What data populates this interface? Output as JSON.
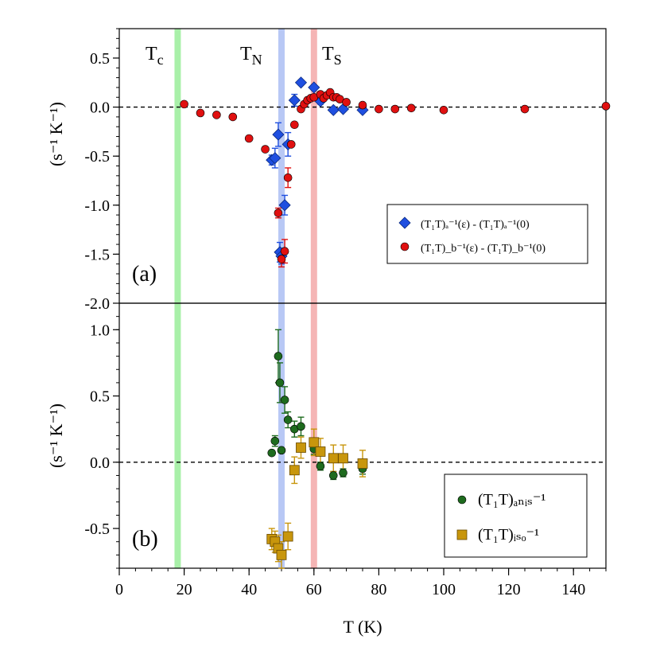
{
  "chart_data": [
    {
      "type": "scatter",
      "panel_label": "(a)",
      "xlabel": "T (K)",
      "ylabel": "(s⁻¹ K⁻¹)",
      "xlim": [
        0,
        150
      ],
      "ylim": [
        -2.0,
        0.8
      ],
      "yticks": [
        0.5,
        0.0,
        -0.5,
        -1.0,
        -1.5,
        -2.0
      ],
      "ytick_labels": [
        "0.5",
        "0.0",
        "-0.5",
        "-1.0",
        "-1.5",
        "-2.0"
      ],
      "reference_line_y": 0,
      "legend_position": "lower-right",
      "series": [
        {
          "name": "(T₁T)ₐ⁻¹(ε) - (T₁T)ₐ⁻¹(0)",
          "marker": "diamond",
          "color": "#1f4fe0",
          "points": [
            {
              "x": 47,
              "y": -0.54,
              "err": 0.05
            },
            {
              "x": 48,
              "y": -0.52,
              "err": 0.1
            },
            {
              "x": 49,
              "y": -0.28,
              "err": 0.12
            },
            {
              "x": 49.5,
              "y": -1.48,
              "err": 0.1
            },
            {
              "x": 50,
              "y": -1.52,
              "err": 0.08
            },
            {
              "x": 51,
              "y": -1.0,
              "err": 0.1
            },
            {
              "x": 52,
              "y": -0.38,
              "err": 0.12
            },
            {
              "x": 54,
              "y": 0.07,
              "err": 0.06
            },
            {
              "x": 56,
              "y": 0.25,
              "err": 0.02
            },
            {
              "x": 60,
              "y": 0.2,
              "err": 0.02
            },
            {
              "x": 62,
              "y": 0.06,
              "err": 0.03
            },
            {
              "x": 66,
              "y": -0.03,
              "err": 0.02
            },
            {
              "x": 69,
              "y": -0.02,
              "err": 0.02
            },
            {
              "x": 75,
              "y": -0.03,
              "err": 0.02
            }
          ]
        },
        {
          "name": "(T₁T)_b⁻¹(ε) - (T₁T)_b⁻¹(0)",
          "marker": "circle",
          "color": "#e01010",
          "points": [
            {
              "x": 20,
              "y": 0.03
            },
            {
              "x": 25,
              "y": -0.06
            },
            {
              "x": 30,
              "y": -0.08
            },
            {
              "x": 35,
              "y": -0.1
            },
            {
              "x": 40,
              "y": -0.32
            },
            {
              "x": 45,
              "y": -0.43
            },
            {
              "x": 49,
              "y": -1.08,
              "err": 0.05
            },
            {
              "x": 50,
              "y": -1.55,
              "err": 0.08
            },
            {
              "x": 51,
              "y": -1.47,
              "err": 0.12
            },
            {
              "x": 52,
              "y": -0.72,
              "err": 0.1
            },
            {
              "x": 53,
              "y": -0.38
            },
            {
              "x": 54,
              "y": -0.18
            },
            {
              "x": 56,
              "y": -0.02
            },
            {
              "x": 57,
              "y": 0.03
            },
            {
              "x": 58,
              "y": 0.07
            },
            {
              "x": 59,
              "y": 0.09
            },
            {
              "x": 60,
              "y": 0.1
            },
            {
              "x": 62,
              "y": 0.13
            },
            {
              "x": 63,
              "y": 0.09
            },
            {
              "x": 64,
              "y": 0.12
            },
            {
              "x": 65,
              "y": 0.15
            },
            {
              "x": 66,
              "y": 0.1
            },
            {
              "x": 67,
              "y": 0.1
            },
            {
              "x": 68,
              "y": 0.08
            },
            {
              "x": 70,
              "y": 0.05
            },
            {
              "x": 75,
              "y": 0.02
            },
            {
              "x": 80,
              "y": -0.02
            },
            {
              "x": 85,
              "y": -0.02
            },
            {
              "x": 90,
              "y": -0.01
            },
            {
              "x": 100,
              "y": -0.03
            },
            {
              "x": 125,
              "y": -0.02
            },
            {
              "x": 150,
              "y": 0.01
            }
          ]
        }
      ]
    },
    {
      "type": "scatter",
      "panel_label": "(b)",
      "xlabel": "T (K)",
      "ylabel": "(s⁻¹ K⁻¹)",
      "xlim": [
        0,
        150
      ],
      "ylim": [
        -0.8,
        1.2
      ],
      "xticks": [
        0,
        20,
        40,
        60,
        80,
        100,
        120,
        140
      ],
      "xtick_labels": [
        "0",
        "20",
        "40",
        "60",
        "80",
        "100",
        "120",
        "140"
      ],
      "yticks": [
        1.0,
        0.5,
        0.0,
        -0.5
      ],
      "ytick_labels": [
        "1.0",
        "0.5",
        "0.0",
        "-0.5"
      ],
      "reference_line_y": 0,
      "legend_position": "lower-right",
      "series": [
        {
          "name": "(T₁T)ₐₙᵢₛ⁻¹",
          "marker": "circle",
          "color": "#1e6b1e",
          "points": [
            {
              "x": 47,
              "y": 0.07
            },
            {
              "x": 48,
              "y": 0.16,
              "err": 0.04
            },
            {
              "x": 49,
              "y": 0.8,
              "err": 0.2
            },
            {
              "x": 49.5,
              "y": 0.6,
              "err": 0.15
            },
            {
              "x": 50,
              "y": 0.09
            },
            {
              "x": 51,
              "y": 0.47,
              "err": 0.1
            },
            {
              "x": 52,
              "y": 0.32,
              "err": 0.06
            },
            {
              "x": 54,
              "y": 0.25,
              "err": 0.06
            },
            {
              "x": 56,
              "y": 0.27,
              "err": 0.07
            },
            {
              "x": 60,
              "y": 0.1,
              "err": 0.04
            },
            {
              "x": 62,
              "y": -0.03,
              "err": 0.03
            },
            {
              "x": 66,
              "y": -0.1,
              "err": 0.03
            },
            {
              "x": 69,
              "y": -0.08,
              "err": 0.03
            },
            {
              "x": 75,
              "y": -0.05,
              "err": 0.04
            }
          ]
        },
        {
          "name": "(T₁T)ᵢₛₒ⁻¹",
          "marker": "square",
          "color": "#c8960c",
          "points": [
            {
              "x": 47,
              "y": -0.58,
              "err": 0.08
            },
            {
              "x": 48,
              "y": -0.6,
              "err": 0.08
            },
            {
              "x": 49,
              "y": -0.65,
              "err": 0.1
            },
            {
              "x": 50,
              "y": -0.7,
              "err": 0.1
            },
            {
              "x": 52,
              "y": -0.56,
              "err": 0.1
            },
            {
              "x": 54,
              "y": -0.06,
              "err": 0.1
            },
            {
              "x": 56,
              "y": 0.11,
              "err": 0.08
            },
            {
              "x": 60,
              "y": 0.15,
              "err": 0.1
            },
            {
              "x": 62,
              "y": 0.08,
              "err": 0.1
            },
            {
              "x": 66,
              "y": 0.03,
              "err": 0.1
            },
            {
              "x": 69,
              "y": 0.03,
              "err": 0.1
            },
            {
              "x": 75,
              "y": -0.01,
              "err": 0.1
            }
          ]
        }
      ]
    }
  ],
  "transition_markers": [
    {
      "label": "T",
      "subscript": "c",
      "x": 18,
      "color": "#a9f0a9"
    },
    {
      "label": "T",
      "subscript": "N",
      "x": 50,
      "color": "#b8c8f5"
    },
    {
      "label": "T",
      "subscript": "S",
      "x": 60,
      "color": "#f5b5b5"
    }
  ]
}
